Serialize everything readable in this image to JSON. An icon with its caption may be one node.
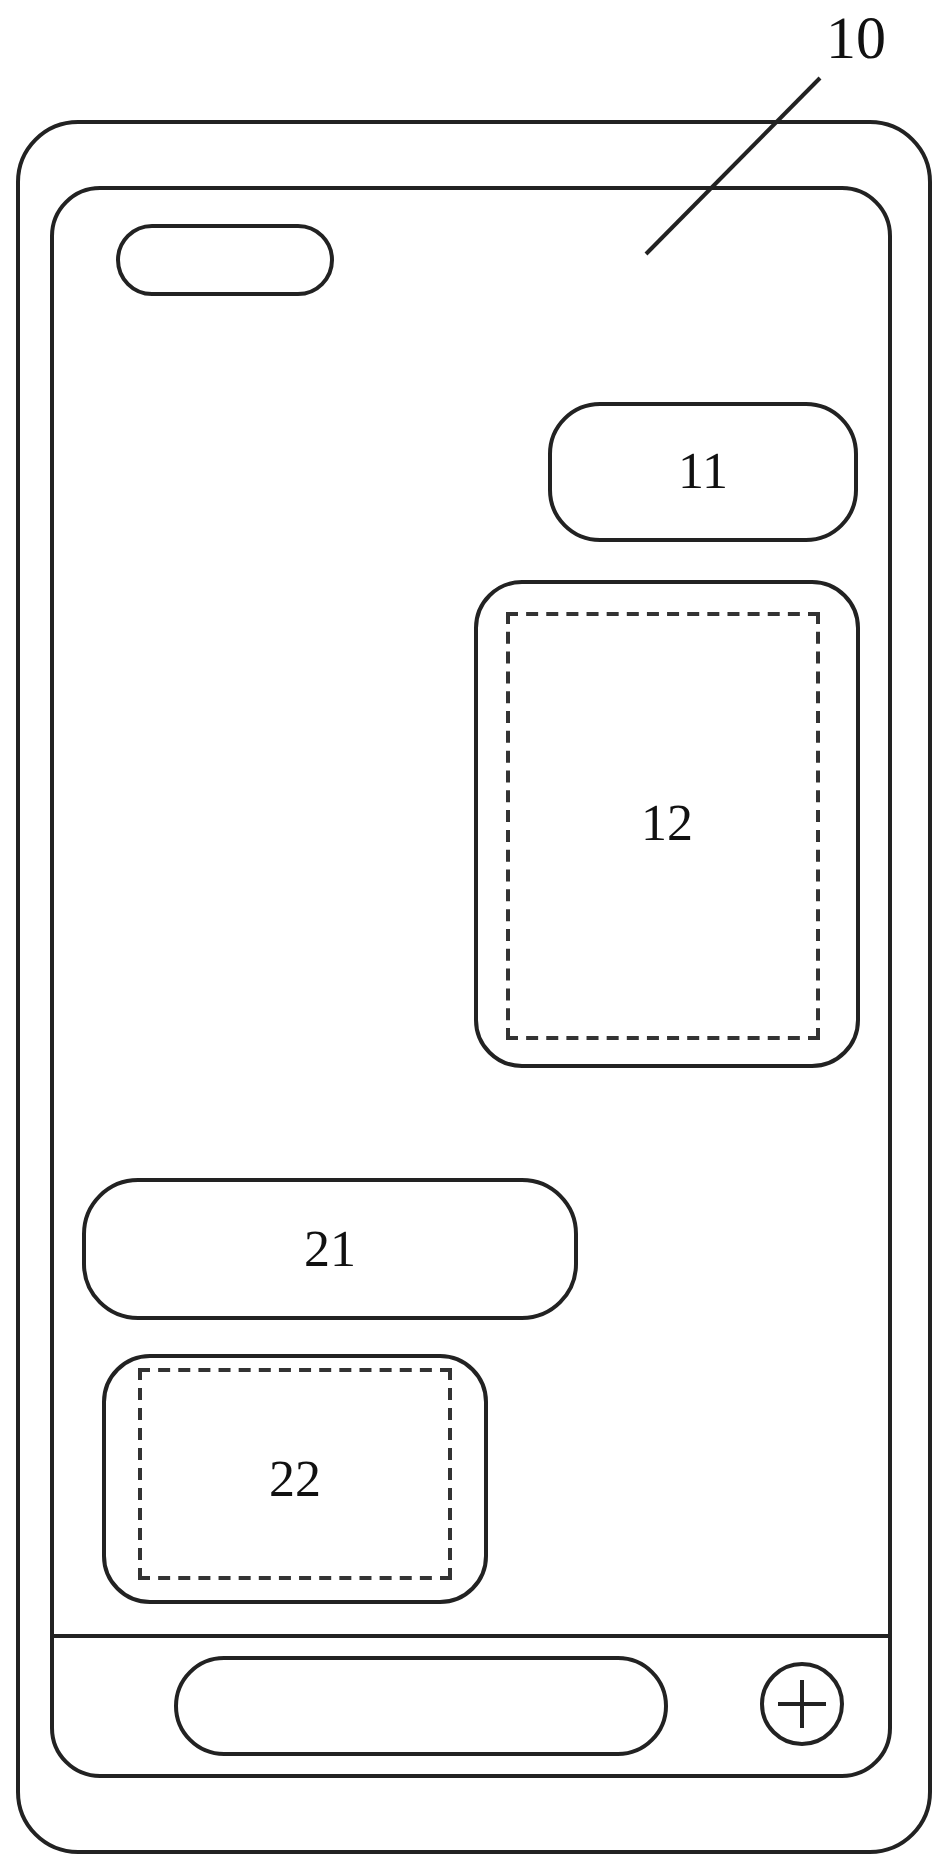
{
  "diagram": {
    "nodes": [
      {
        "text": [
          "10"
        ]
      },
      {
        "text": [],
        "shape": "box"
      },
      {
        "text": [],
        "shape": "box",
        "in": 1
      },
      {
        "text": [
          "11"
        ],
        "in": 1
      },
      {
        "text": [
          "12"
        ],
        "in": 1
      },
      {
        "text": [
          "21"
        ],
        "in": 1
      },
      {
        "text": [
          "22"
        ],
        "in": 1
      }
    ],
    "edges": [
      {
        "from": 0,
        "to": 1,
        "arrow": "none"
      }
    ]
  }
}
